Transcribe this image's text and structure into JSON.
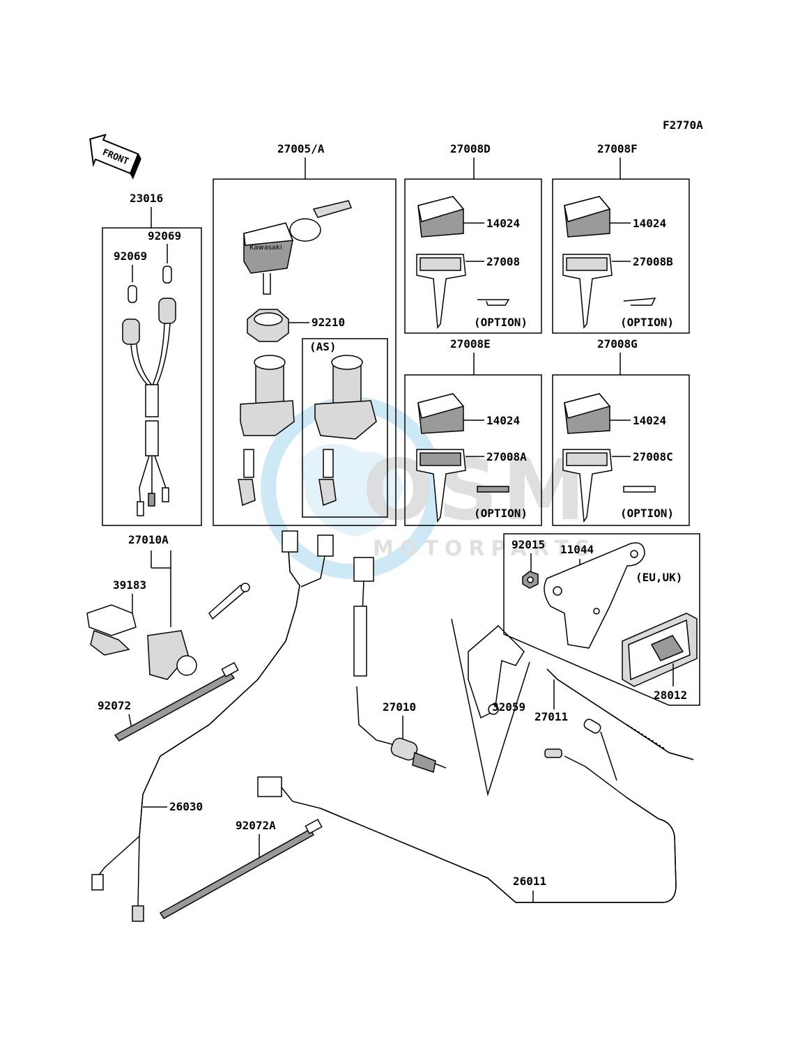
{
  "figure_code": "F2770A",
  "front_arrow_label": "FRONT",
  "watermark": {
    "logo_text": "OSM",
    "sub_text": "MOTORPARTS",
    "color": "#a7d8ef"
  },
  "callouts": {
    "c23016": "23016",
    "c92069a": "92069",
    "c92069b": "92069",
    "c27005": "27005/A",
    "c92210": "92210",
    "c_as": "(AS)",
    "c27008D": "27008D",
    "c27008F": "27008F",
    "c27008E": "27008E",
    "c27008G": "27008G",
    "c14024a": "14024",
    "c14024b": "14024",
    "c14024c": "14024",
    "c14024d": "14024",
    "c27008": "27008",
    "c27008B": "27008B",
    "c27008A": "27008A",
    "c27008C": "27008C",
    "opt1": "(OPTION)",
    "opt2": "(OPTION)",
    "opt3": "(OPTION)",
    "opt4": "(OPTION)",
    "c27010A": "27010A",
    "c39183": "39183",
    "c92072": "92072",
    "c26030": "26030",
    "c92072A": "92072A",
    "c27010": "27010",
    "c32059": "32059",
    "c27011": "27011",
    "c26011": "26011",
    "c92015": "92015",
    "c11044": "11044",
    "c_eu": "(EU,UK)",
    "c28012": "28012"
  },
  "key_brand": "Kawasaki"
}
